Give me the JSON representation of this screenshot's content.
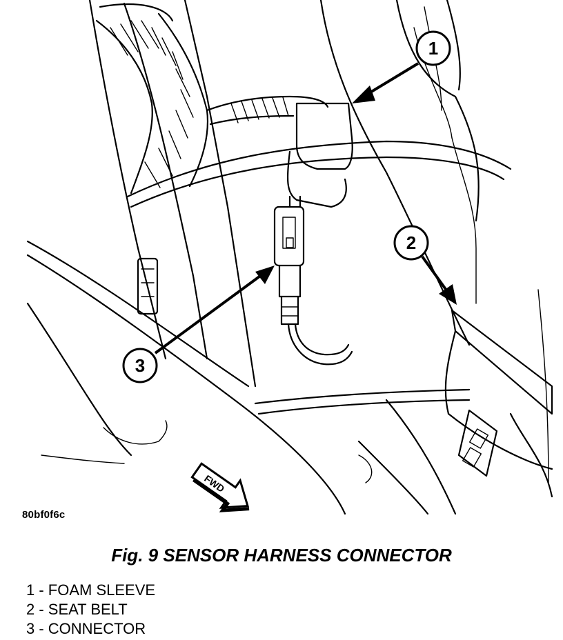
{
  "figure": {
    "image_code": "80bf0f6c",
    "caption": "Fig. 9 SENSOR HARNESS CONNECTOR",
    "callouts": [
      {
        "number": "1",
        "label": "FOAM SLEEVE"
      },
      {
        "number": "2",
        "label": "SEAT BELT"
      },
      {
        "number": "3",
        "label": "CONNECTOR"
      }
    ],
    "legend": [
      "1 - FOAM SLEEVE",
      "2 - SEAT BELT",
      "3 - CONNECTOR"
    ],
    "direction_tag": "FWD"
  }
}
